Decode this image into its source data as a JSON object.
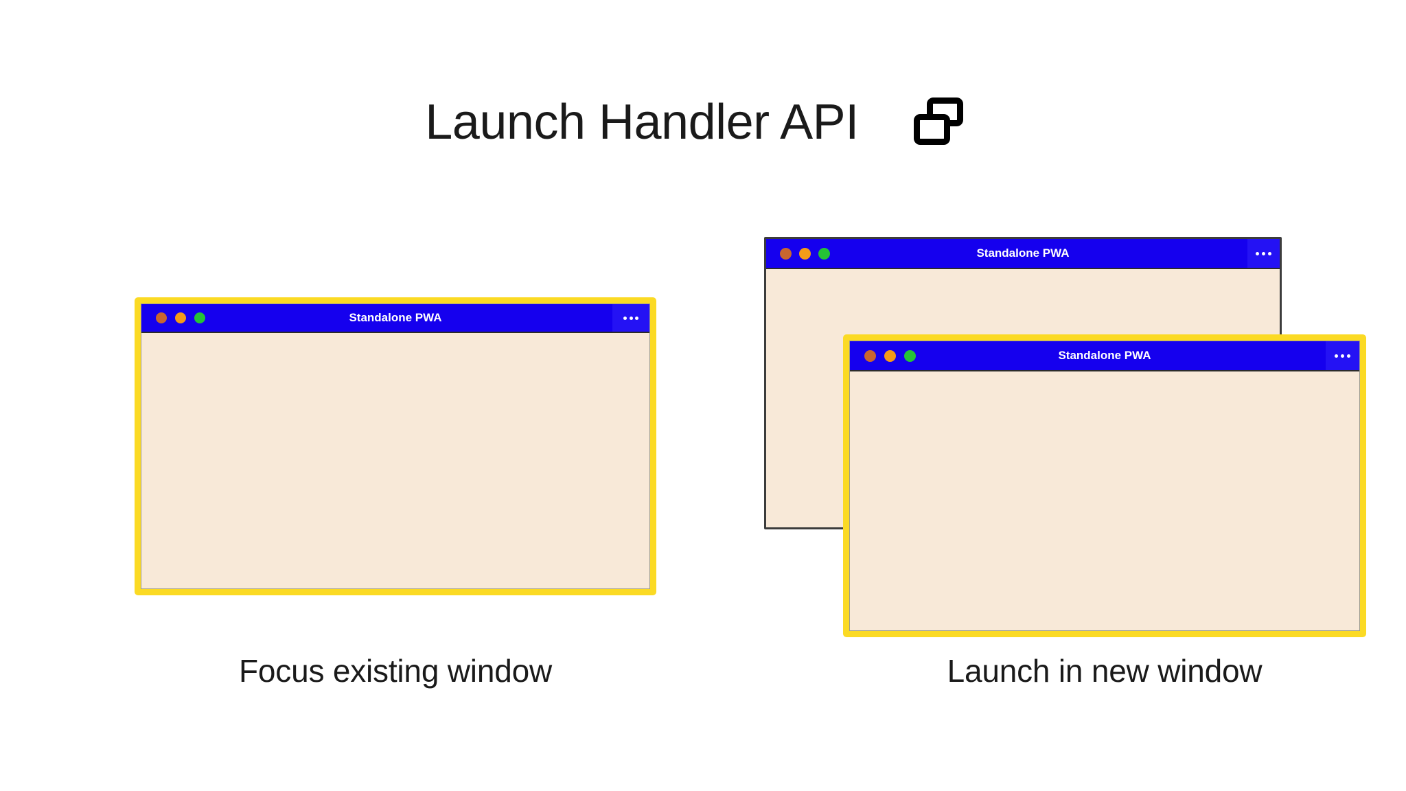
{
  "header": {
    "title": "Launch Handler API",
    "icon": "two-windows-icon"
  },
  "colors": {
    "background": "#ffffff",
    "titlebar_blue": "#1500EE",
    "menu_blue": "#2412F4",
    "window_body_cream": "#F8E9D8",
    "highlight_border_yellow": "#FBDA24",
    "plain_border_gray": "#3c3c3c",
    "text_dark": "#1a1a1a",
    "dot_red": "#C9662F",
    "dot_yellow": "#F59B18",
    "dot_green": "#25C336"
  },
  "scenarios": [
    {
      "id": "focus-existing-window",
      "caption": "Focus existing window",
      "windows": [
        {
          "id": "window-focus",
          "title": "Standalone PWA",
          "menu_label": "•••",
          "highlighted": true
        }
      ]
    },
    {
      "id": "launch-in-new-window",
      "caption": "Launch in new window",
      "windows": [
        {
          "id": "window-new-back",
          "title": "Standalone PWA",
          "menu_label": "•••",
          "highlighted": false
        },
        {
          "id": "window-new-front",
          "title": "Standalone PWA",
          "menu_label": "•••",
          "highlighted": true
        }
      ]
    }
  ],
  "traffic_lights": {
    "close_label": "close-window",
    "minimize_label": "minimize-window",
    "maximize_label": "maximize-window"
  }
}
